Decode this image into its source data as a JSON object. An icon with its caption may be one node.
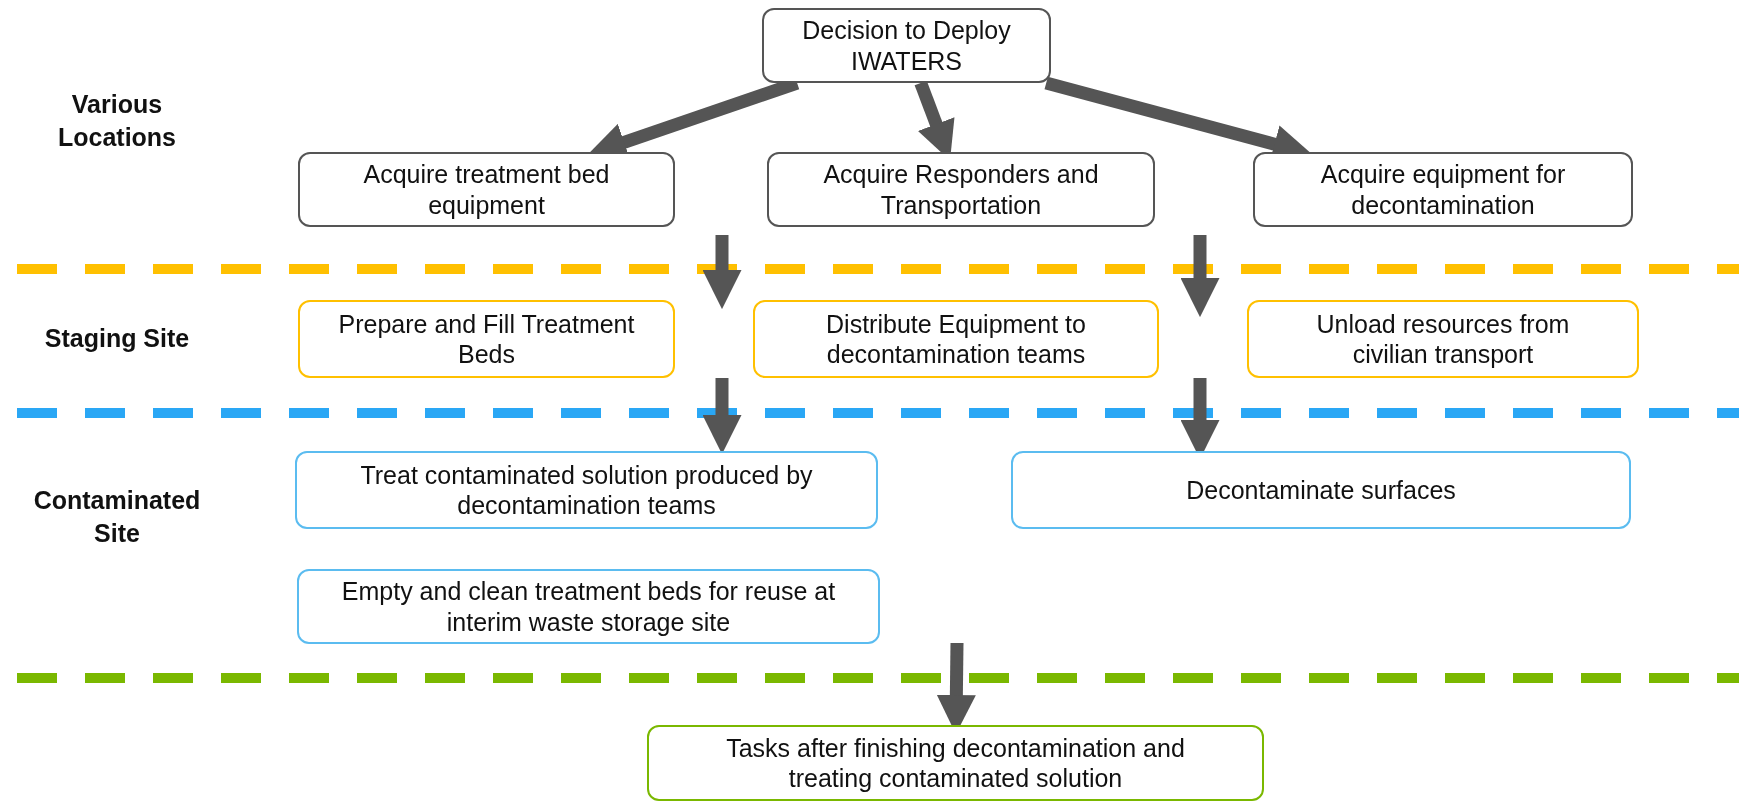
{
  "diagram": {
    "nodes": [
      {
        "text": [
          "Decision to Deploy IWATERS"
        ]
      },
      {
        "text": [
          "Acquire treatment bed equipment"
        ]
      },
      {
        "text": [
          "Acquire Responders and Transportation"
        ]
      },
      {
        "text": [
          "Acquire equipment for decontamination"
        ]
      },
      {
        "text": [
          "Prepare and Fill Treatment Beds"
        ]
      },
      {
        "text": [
          "Distribute Equipment to decontamination teams"
        ]
      },
      {
        "text": [
          "Unload resources from civilian transport"
        ]
      },
      {
        "text": [
          "Treat contaminated solution produced by decontamination teams"
        ]
      },
      {
        "text": [
          "Decontaminate surfaces"
        ]
      },
      {
        "text": [
          "Empty and clean treatment beds for reuse at interim waste storage site"
        ]
      },
      {
        "text": [
          "Tasks after finishing decontamination and treating contaminated solution"
        ]
      }
    ],
    "edges": [
      {
        "from": 0,
        "to": 1,
        "arrow": "to"
      },
      {
        "from": 0,
        "to": 2,
        "arrow": "to"
      },
      {
        "from": 0,
        "to": 3,
        "arrow": "to"
      },
      {
        "from": null,
        "to": 10,
        "arrow": "to"
      }
    ],
    "labels": [
      "Various Locations",
      "Staging Site",
      "Contaminated Site"
    ]
  }
}
